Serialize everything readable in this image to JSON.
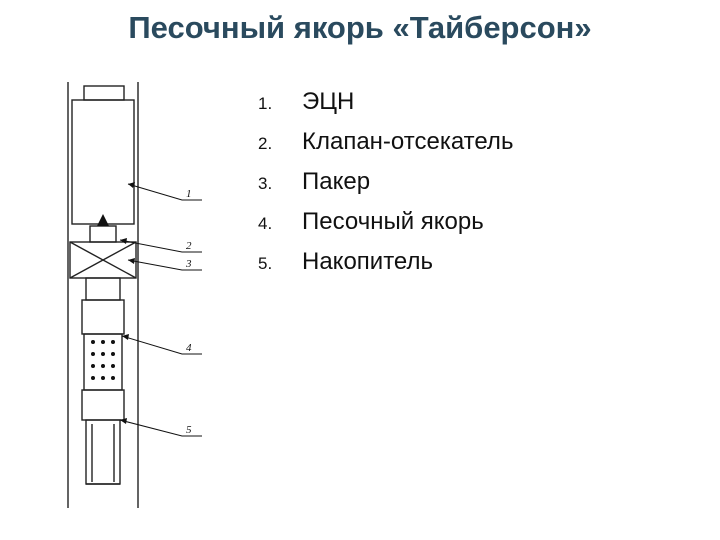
{
  "title": "Песочный якорь «Тайберсон»",
  "items": [
    {
      "number": "1.",
      "text": "ЭЦН"
    },
    {
      "number": "2.",
      "text": "Клапан-отсекатель"
    },
    {
      "number": "3.",
      "text": "Пакер"
    },
    {
      "number": "4.",
      "text": "Песочный якорь"
    },
    {
      "number": "5.",
      "text": "Накопитель"
    }
  ],
  "callouts": [
    "1",
    "2",
    "3",
    "4",
    "5"
  ]
}
